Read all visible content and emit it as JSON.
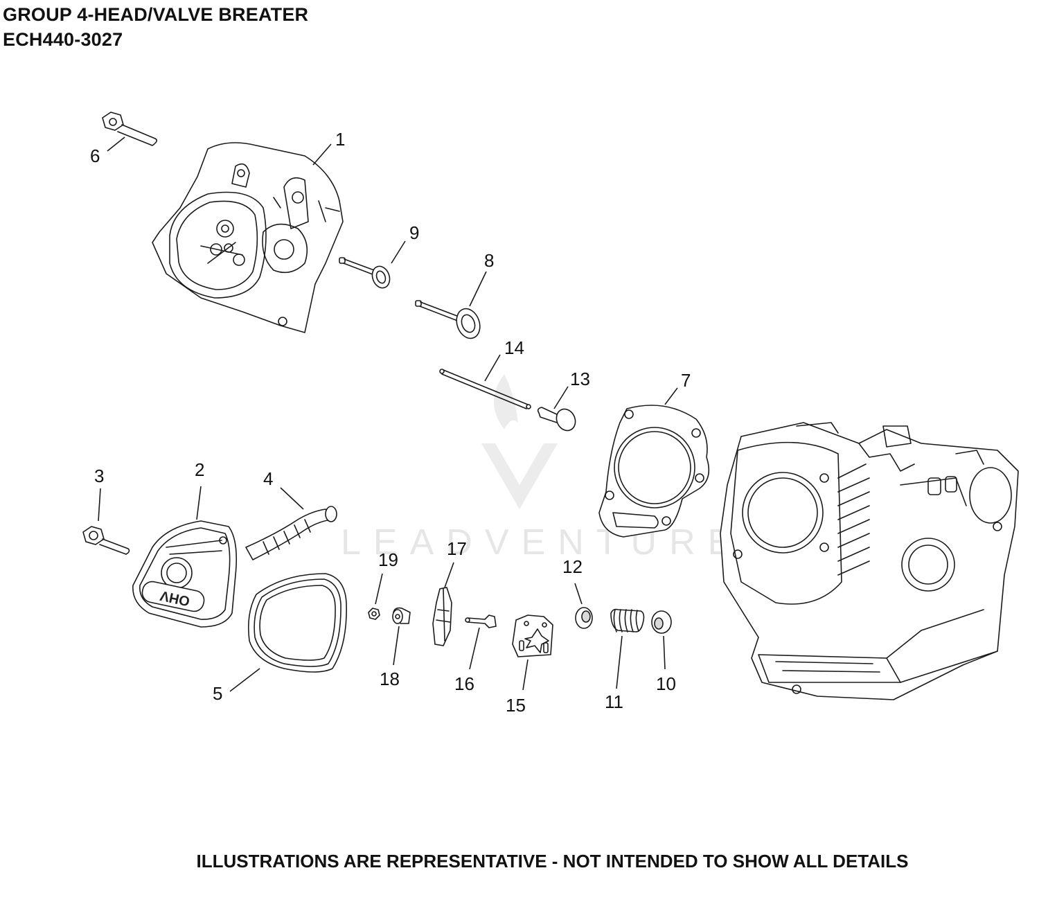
{
  "header": {
    "title": "GROUP 4-HEAD/VALVE BREATER",
    "model": "ECH440-3027"
  },
  "footer": {
    "note": "ILLUSTRATIONS ARE REPRESENTATIVE - NOT INTENDED TO SHOW ALL DETAILS"
  },
  "watermark": {
    "text": "LEADVENTURE"
  },
  "callouts": [
    "1",
    "2",
    "3",
    "4",
    "5",
    "6",
    "7",
    "8",
    "9",
    "10",
    "11",
    "12",
    "13",
    "14",
    "15",
    "16",
    "17",
    "18",
    "19"
  ]
}
